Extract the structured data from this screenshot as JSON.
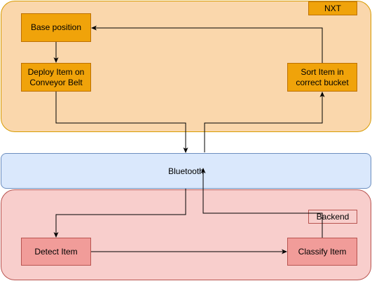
{
  "regions": {
    "nxt": {
      "label": "NXT"
    },
    "bluetooth": {
      "label": "Bluetooth"
    },
    "backend": {
      "label": "Backend"
    }
  },
  "nodes": {
    "base_position": "Base position",
    "deploy_item": "Deploy Item on Conveyor Belt",
    "sort_item": "Sort Item in correct bucket",
    "detect_item": "Detect Item",
    "classify_item": "Classify Item"
  },
  "colors": {
    "nxt_fill": "#fad7ac",
    "nxt_stroke": "#d79b00",
    "nxt_node_fill": "#f0a30a",
    "nxt_node_stroke": "#bd7000",
    "bluetooth_fill": "#dae8fc",
    "bluetooth_stroke": "#6c8ebf",
    "backend_fill": "#f8cecc",
    "backend_stroke": "#b85450",
    "backend_node_fill": "#f19c99",
    "edge": "#000000"
  }
}
